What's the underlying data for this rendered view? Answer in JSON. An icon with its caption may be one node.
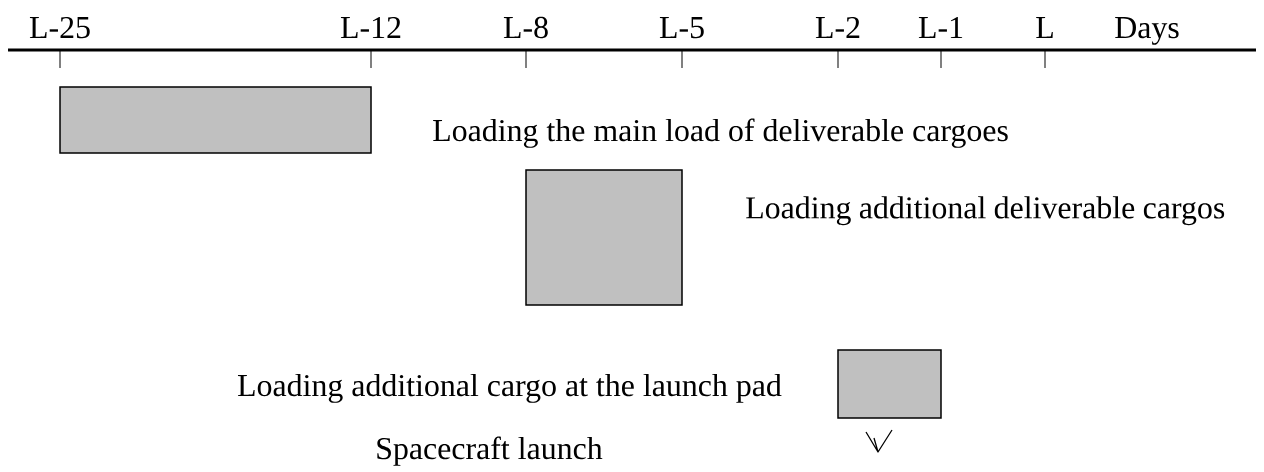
{
  "diagram": {
    "nodes": [
      {
        "text": [],
        "shape": "bar"
      },
      {
        "text": [],
        "shape": "bar",
        "beside": [
          "Loading additional deliverable cargos"
        ]
      },
      {
        "text": [],
        "shape": "bar",
        "beside": [
          "Loading additional cargo at the launch pad"
        ]
      },
      {
        "text": [],
        "shape": "picture"
      }
    ],
    "labels": [
      "L-25",
      "L-12",
      "L-8",
      "L-5",
      "L-2",
      "L-1",
      "L",
      "Days",
      "Loading the main load of deliverable cargoes",
      "Spacecraft launch"
    ]
  }
}
